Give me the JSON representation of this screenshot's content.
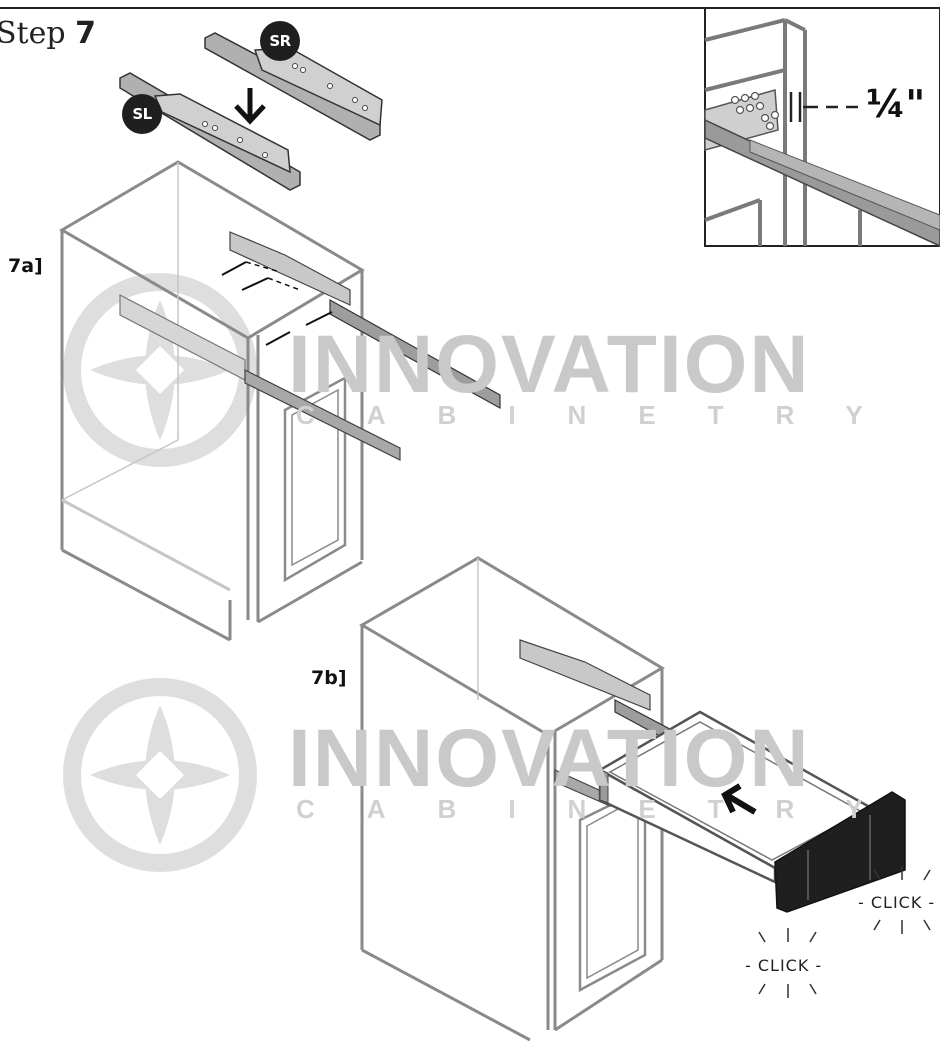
{
  "step": {
    "prefix": "Step",
    "number": "7"
  },
  "sub_steps": {
    "a": "7a]",
    "b": "7b]"
  },
  "rails": {
    "right": "SR",
    "left": "SL"
  },
  "detail": {
    "clearance": "¼\""
  },
  "click_labels": [
    "- CLICK -",
    "- CLICK -"
  ],
  "watermark": {
    "word": "INNOVATION",
    "sub": "CABINETRY"
  },
  "colors": {
    "line": "#2b2b2b",
    "faint": "#bdbdbd",
    "rail": "#8a8a8a",
    "watermark": "#cfcfcf"
  }
}
